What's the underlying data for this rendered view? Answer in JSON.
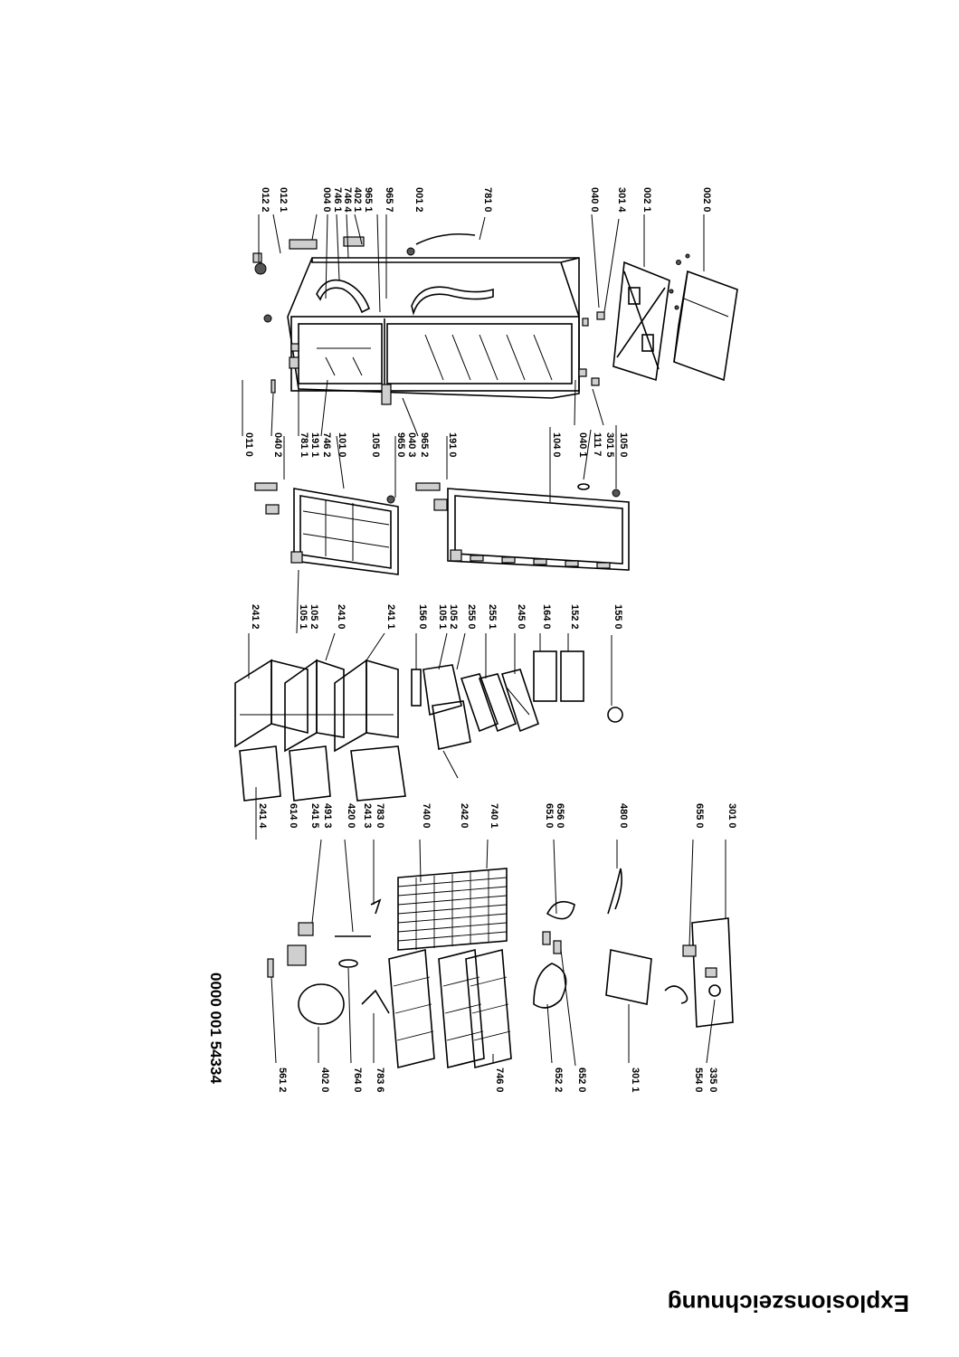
{
  "document": {
    "title": "Explosionszeichnung",
    "drawing_code": "0000 001 54334"
  },
  "labels": {
    "l0020": "002 0",
    "l0021": "002 1",
    "l3014": "301 4",
    "l0400": "040 0",
    "l7810": "781 0",
    "l0012": "001 2",
    "l9657": "965 7",
    "l9651": "965 1",
    "l4021": "402 1",
    "l7464": "746 4",
    "l7461": "746 1",
    "l0040": "004 0",
    "l0121": "012 1",
    "l0122": "012 2",
    "l1050a": "105 0",
    "l3015": "301 5",
    "l1117": "111 7",
    "l0401": "040 1",
    "l1040": "104 0",
    "l1910": "191 0",
    "l9652": "965 2",
    "l0403": "040 3",
    "l9650": "965 0",
    "l1050b": "105 0",
    "l1010": "101 0",
    "l7462": "746 2",
    "l1911": "191 1",
    "l7811": "781 1",
    "l0402": "040 2",
    "l0110": "011 0",
    "l1550": "155 0",
    "l1522": "152 2",
    "l1640": "164 0",
    "l2450": "245 0",
    "l2551": "255 1",
    "l2550": "255 0",
    "l1052a": "105 2",
    "l1051a": "105 1",
    "l1560": "156 0",
    "l2411": "241 1",
    "l2410": "241 0",
    "l1052b": "105 2",
    "l1051b": "105 1",
    "l2412": "241 2",
    "l3010": "301 0",
    "l6550": "655 0",
    "l4800": "480 0",
    "l6560": "656 0",
    "l6510": "651 0",
    "l7401": "740 1",
    "l2420": "242 0",
    "l7400": "740 0",
    "l7830": "783 0",
    "l2413": "241 3",
    "l4200": "420 0",
    "l4913": "491 3",
    "l2415": "241 5",
    "l6140": "614 0",
    "l2414": "241 4",
    "l3350": "335 0",
    "l5540": "554 0",
    "l3011": "301 1",
    "l6520": "652 0",
    "l6522": "652 2",
    "l7460": "746 0",
    "l7836": "783 6",
    "l7640": "764 0",
    "l4020": "402 0",
    "l5612": "561 2"
  }
}
